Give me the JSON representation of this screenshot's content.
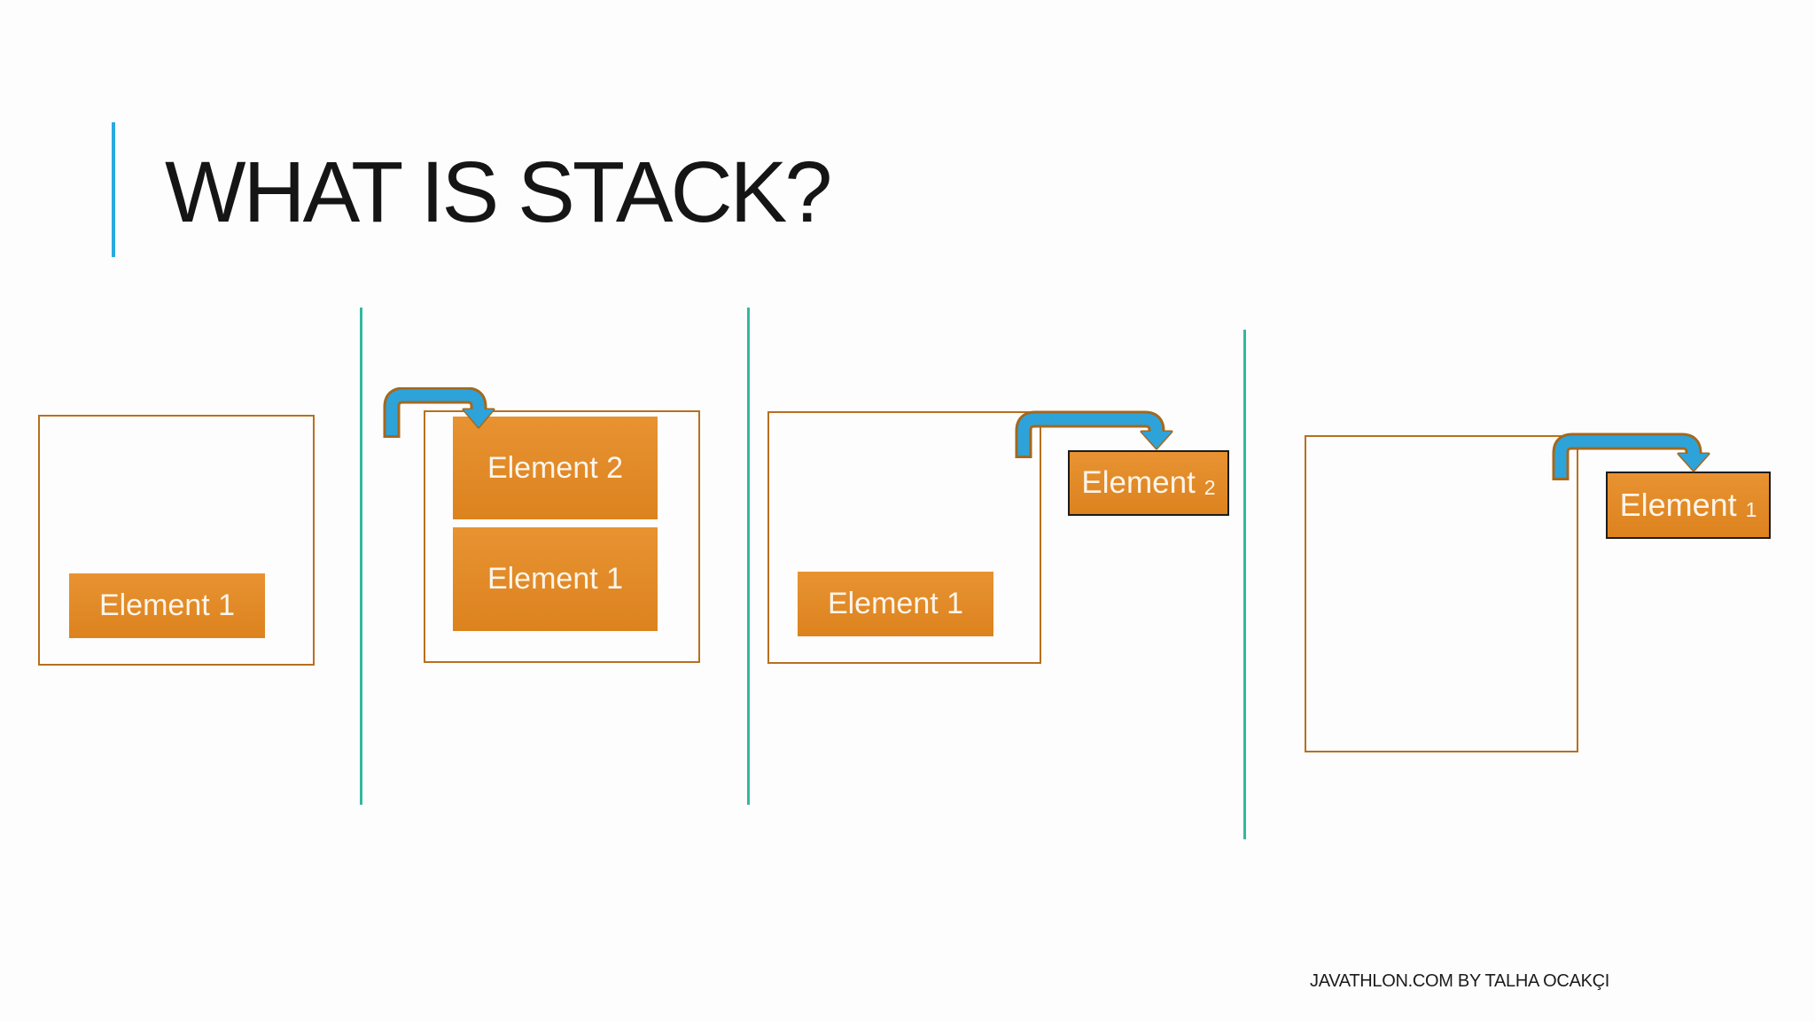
{
  "title": {
    "text": "WHAT IS STACK?"
  },
  "footer": {
    "text": "JAVATHLON.COM BY TALHA OCAKÇI"
  },
  "colors": {
    "accent_blue": "#29A9E1",
    "separator_teal": "#35B79F",
    "element_orange": "#E18A28",
    "stack_box_border": "#B7701F",
    "popped_box_border": "#1C1C1C",
    "arrow_blue": "#2EA3D9",
    "arrow_outline_brown": "#A5681C",
    "title_color": "#151515"
  },
  "panels": {
    "panel1": {
      "stack_items": [
        {
          "label": "Element 1"
        }
      ]
    },
    "panel2": {
      "arrow": "push",
      "stack_items": [
        {
          "label": "Element 2"
        },
        {
          "label": "Element 1"
        }
      ]
    },
    "panel3": {
      "arrow": "pop",
      "stack_items": [
        {
          "label": "Element 1"
        }
      ],
      "popped": {
        "word": "Element",
        "number": "2"
      }
    },
    "panel4": {
      "arrow": "pop",
      "stack_items": [],
      "popped": {
        "word": "Element",
        "number": "1"
      }
    }
  }
}
